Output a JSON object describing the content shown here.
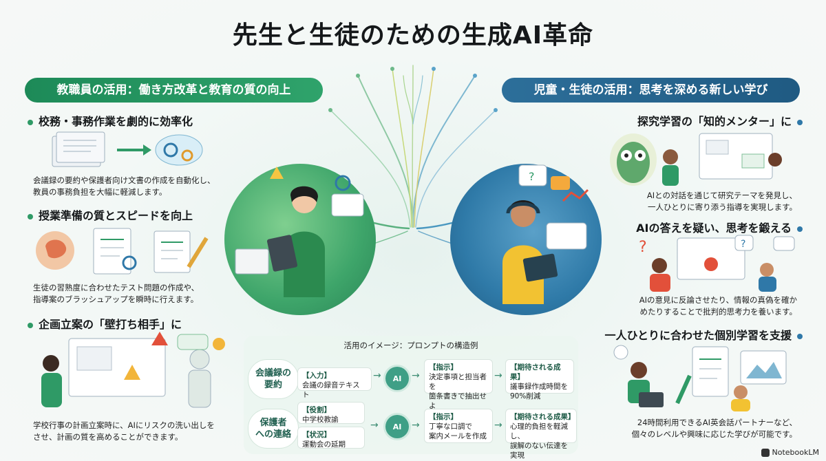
{
  "title": "先生と生徒のための生成AI革命",
  "left_banner": "教職員の活用：働き方改革と教育の質の向上",
  "right_banner": "児童・生徒の活用：思考を深める新しい学び",
  "left_sections": [
    {
      "title": "校務・事務作業を劇的に効率化",
      "desc": [
        "会議録の要約や保護者向け文書の作成を自動化し、",
        "教員の事務負担を大幅に軽減します。"
      ]
    },
    {
      "title": "授業準備の質とスピードを向上",
      "desc": [
        "生徒の習熟度に合わせたテスト問題の作成や、",
        "指導案のブラッシュアップを瞬時に行えます。"
      ]
    },
    {
      "title": "企画立案の「壁打ち相手」に",
      "desc": [
        "学校行事の計画立案時に、AIにリスクの洗い出しを",
        "させ、計画の質を高めることができます。"
      ]
    }
  ],
  "right_sections": [
    {
      "title": "探究学習の「知的メンター」に",
      "desc": [
        "AIとの対話を通じて研究テーマを発見し、",
        "一人ひとりに寄り添う指導を実現します。"
      ]
    },
    {
      "title": "AIの答えを疑い、思考を鍛える",
      "desc": [
        "AIの意見に反論させたり、情報の真偽を確か",
        "めたりすることで批判的思考力を養います。"
      ]
    },
    {
      "title": "一人ひとりに合わせた個別学習を支援",
      "desc": [
        "24時間利用できるAI英会話パートナーなど、",
        "個々のレベルや興味に応じた学びが可能です。"
      ]
    }
  ],
  "prompt_example": {
    "title": "活用のイメージ：プロンプトの構造例",
    "ai_label": "AI",
    "rows": [
      {
        "label": [
          "会議録の",
          "要約"
        ],
        "inputs": [
          {
            "tag": "【入力】",
            "text": [
              "会議の録音テキスト"
            ]
          }
        ],
        "instruction": {
          "tag": "【指示】",
          "text": [
            "決定事項と担当者を",
            "箇条書きで抽出せよ"
          ]
        },
        "result": {
          "tag": "【期待される成果】",
          "text": [
            "議事録作成時間を",
            "90%削減"
          ]
        }
      },
      {
        "label": [
          "保護者",
          "への連絡"
        ],
        "inputs": [
          {
            "tag": "【役割】",
            "text": [
              "中学校教諭"
            ]
          },
          {
            "tag": "【状況】",
            "text": [
              "運動会の延期"
            ]
          }
        ],
        "instruction": {
          "tag": "【指示】",
          "text": [
            "丁寧な口調で",
            "案内メールを作成"
          ]
        },
        "result": {
          "tag": "【期待される成果】",
          "text": [
            "心理的負担を軽減し、",
            "誤解のない伝達を実現"
          ]
        }
      }
    ]
  },
  "badge": "NotebookLM",
  "colors": {
    "green": "#2f9a66",
    "blue": "#2f78a8",
    "dark": "#15181a"
  }
}
